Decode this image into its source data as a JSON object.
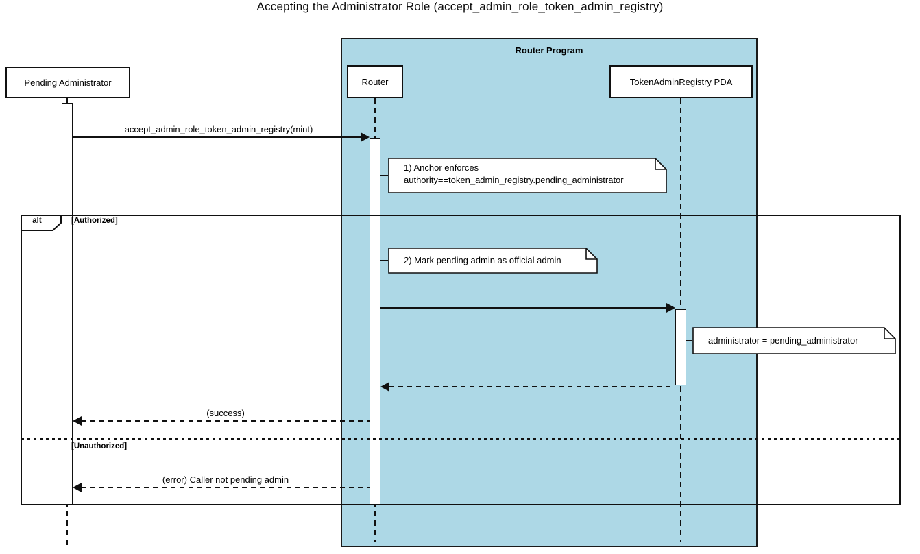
{
  "title": "Accepting the Administrator Role (accept_admin_role_token_admin_registry)",
  "container": {
    "label": "Router Program",
    "fill_color": "#ADD8E6"
  },
  "participants": [
    {
      "id": "pending-administrator",
      "label": "Pending Administrator"
    },
    {
      "id": "router",
      "label": "Router"
    },
    {
      "id": "token-admin-registry-pda",
      "label": "TokenAdminRegistry PDA"
    }
  ],
  "frame": {
    "operator": "alt",
    "guard_authorized": "[Authorized]",
    "guard_unauthorized": "[Unauthorized]"
  },
  "messages": [
    {
      "from": "pending-administrator",
      "to": "router",
      "style": "solid",
      "label": "accept_admin_role_token_admin_registry(mint)"
    },
    {
      "from": "router",
      "to": "token-admin-registry-pda",
      "style": "solid",
      "label": ""
    },
    {
      "from": "token-admin-registry-pda",
      "to": "router",
      "style": "dashed-return",
      "label": ""
    },
    {
      "from": "router",
      "to": "pending-administrator",
      "style": "dashed-return",
      "label": "(success)"
    },
    {
      "from": "router",
      "to": "pending-administrator",
      "style": "dashed-return",
      "label": "(error) Caller not pending admin"
    }
  ],
  "notes": [
    {
      "attached_to": "router",
      "line1": "1) Anchor enforces",
      "line2": "authority==token_admin_registry.pending_administrator"
    },
    {
      "attached_to": "router",
      "line1": "2) Mark pending admin as official admin",
      "line2": ""
    },
    {
      "attached_to": "token-admin-registry-pda",
      "line1": "administrator = pending_administrator",
      "line2": ""
    }
  ],
  "colors": {
    "line": "#111111",
    "container_fill": "#ADD8E6",
    "note_fill": "#ffffff",
    "background": "#ffffff"
  }
}
